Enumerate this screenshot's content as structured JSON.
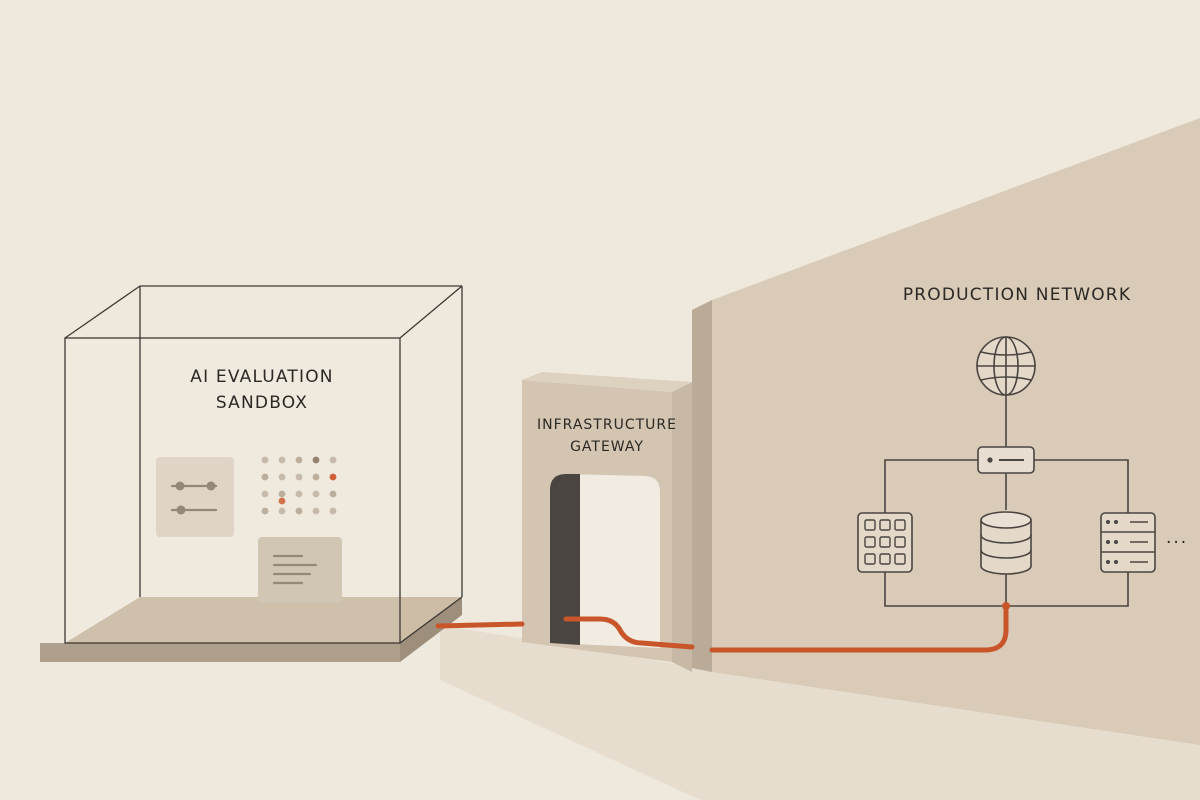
{
  "sandbox": {
    "label_line1": "AI EVALUATION",
    "label_line2": "SANDBOX"
  },
  "gateway": {
    "label_line1": "INFRASTRUCTURE",
    "label_line2": "GATEWAY"
  },
  "network": {
    "label": "PRODUCTION NETWORK",
    "ellipsis": "..."
  },
  "colors": {
    "background": "#efe8dc",
    "wall": "#d9cbb8",
    "cable": "#c9562b",
    "outline": "#3c3834"
  },
  "icons": [
    "sliders-icon",
    "dot-grid-icon",
    "document-icon",
    "globe-icon",
    "router-icon",
    "keypad-icon",
    "database-icon",
    "server-rack-icon"
  ]
}
